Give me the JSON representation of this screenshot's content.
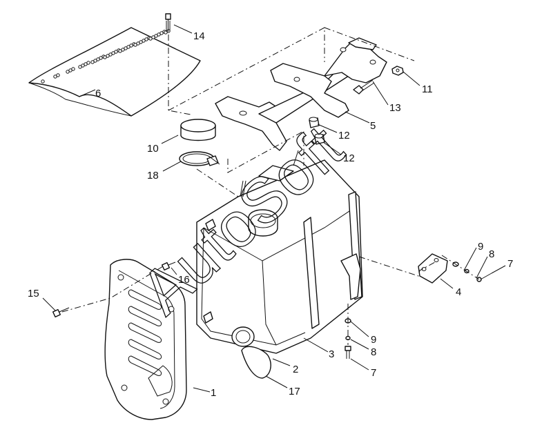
{
  "diagram": {
    "watermark": "AutoSoft",
    "callouts": [
      {
        "id": "c1",
        "label": "1"
      },
      {
        "id": "c2",
        "label": "2"
      },
      {
        "id": "c3",
        "label": "3"
      },
      {
        "id": "c4",
        "label": "4"
      },
      {
        "id": "c5",
        "label": "5"
      },
      {
        "id": "c6",
        "label": "6"
      },
      {
        "id": "c7a",
        "label": "7"
      },
      {
        "id": "c7b",
        "label": "7"
      },
      {
        "id": "c8a",
        "label": "8"
      },
      {
        "id": "c8b",
        "label": "8"
      },
      {
        "id": "c9a",
        "label": "9"
      },
      {
        "id": "c9b",
        "label": "9"
      },
      {
        "id": "c10",
        "label": "10"
      },
      {
        "id": "c11",
        "label": "11"
      },
      {
        "id": "c12a",
        "label": "12"
      },
      {
        "id": "c12b",
        "label": "12"
      },
      {
        "id": "c13",
        "label": "13"
      },
      {
        "id": "c14",
        "label": "14"
      },
      {
        "id": "c15",
        "label": "15"
      },
      {
        "id": "c16",
        "label": "16"
      },
      {
        "id": "c17",
        "label": "17"
      },
      {
        "id": "c18",
        "label": "18"
      }
    ]
  }
}
